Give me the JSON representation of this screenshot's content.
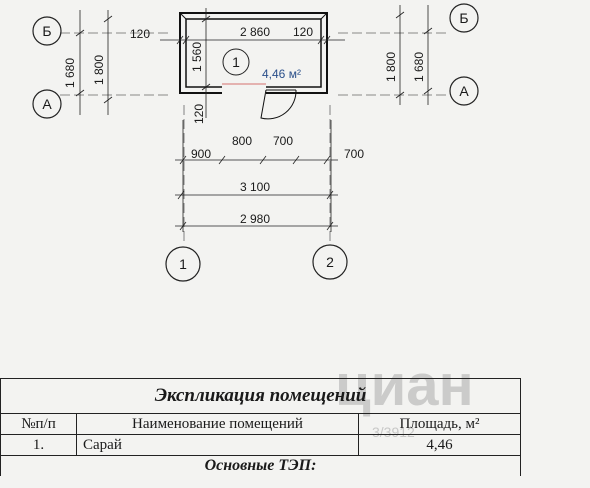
{
  "plan": {
    "axes": {
      "left_top": "Б",
      "left_bottom": "А",
      "right_top": "Б",
      "right_bottom": "А",
      "bottom_left": "1",
      "bottom_right": "2"
    },
    "room": {
      "number": "1",
      "area": "4,46 м²"
    },
    "dims": {
      "wall_top_left": "120",
      "inner_width": "2 860",
      "wall_top_right": "120",
      "wall_bottom_left": "120",
      "inner_height": "1 560",
      "left_outer_1": "1 680",
      "left_outer_2": "1 800",
      "right_outer_1": "1 800",
      "right_outer_2": "1 680",
      "seg_1": "900",
      "seg_2": "800",
      "seg_3": "700",
      "seg_4": "700",
      "total_outer": "3 100",
      "total_axis": "2 980"
    }
  },
  "watermark": {
    "brand": "циан",
    "id": "3/3912"
  },
  "explication": {
    "title": "Экспликация помещений",
    "columns": [
      "№п/п",
      "Наименование помещений",
      "Площадь, м²"
    ],
    "rows": [
      {
        "num": "1.",
        "name": "Сарай",
        "area": "4,46"
      }
    ],
    "footer": "Основные ТЭП:"
  }
}
